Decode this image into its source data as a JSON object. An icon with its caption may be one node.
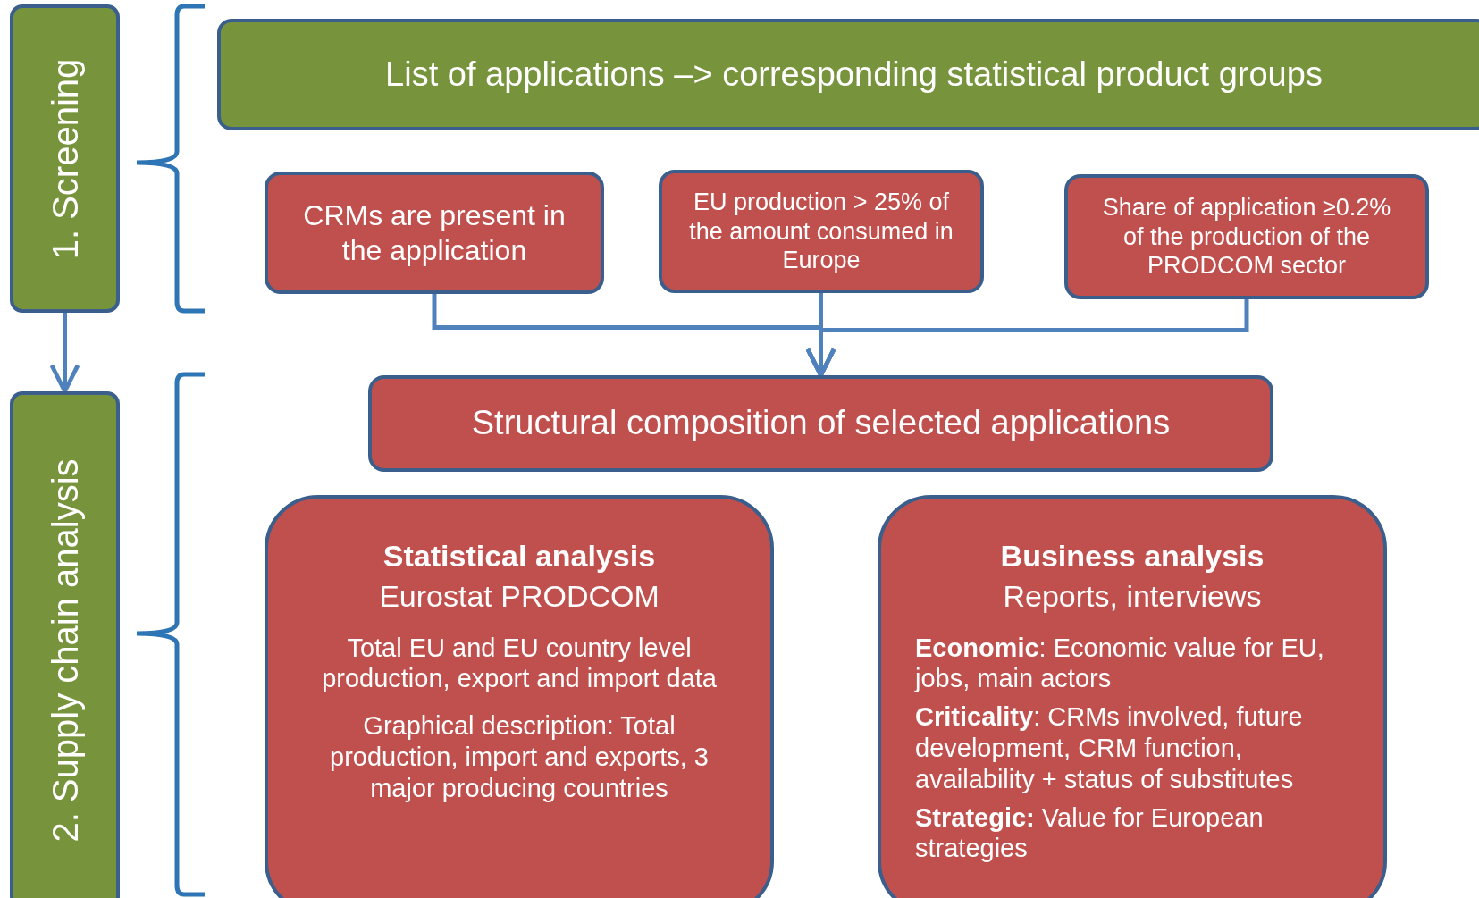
{
  "diagram": {
    "nodes": [
      {
        "text": [
          "1. Screening"
        ]
      },
      {
        "text": [
          "2. Supply chain analysis"
        ]
      },
      {
        "text": [
          "List of applications –> corresponding statistical product groups"
        ]
      },
      {
        "text": [
          "CRMs are present in the application"
        ]
      },
      {
        "text": [
          "EU production > 25% of  the  amount consumed in  Europe"
        ]
      },
      {
        "text": [
          "Share of application ≥0.2% of the production of the PRODCOM sector"
        ]
      },
      {
        "text": [
          "Structural composition of selected applications"
        ]
      },
      {
        "text": [
          "Statistical analysis",
          "Eurostat PRODCOM",
          "Total EU and  EU country level production, export and import data",
          "Graphical description: Total production, import and exports, 3 major producing countries"
        ]
      },
      {
        "text": [
          "Business analysis",
          "Reports, interviews",
          "**Economic**: Economic value for EU, jobs, main actors",
          "**Criticality**: CRMs involved, future development, CRM function, availability + status of substitutes",
          "**Strategic:** Value for European strategies"
        ]
      }
    ],
    "edges": [
      {
        "from": 0,
        "to": 1,
        "arrow": "to"
      },
      {
        "from": 3,
        "to": 6,
        "arrow": "to"
      },
      {
        "from": 4,
        "to": 6,
        "arrow": "to"
      },
      {
        "from": 5,
        "to": 6,
        "arrow": "to"
      }
    ]
  }
}
